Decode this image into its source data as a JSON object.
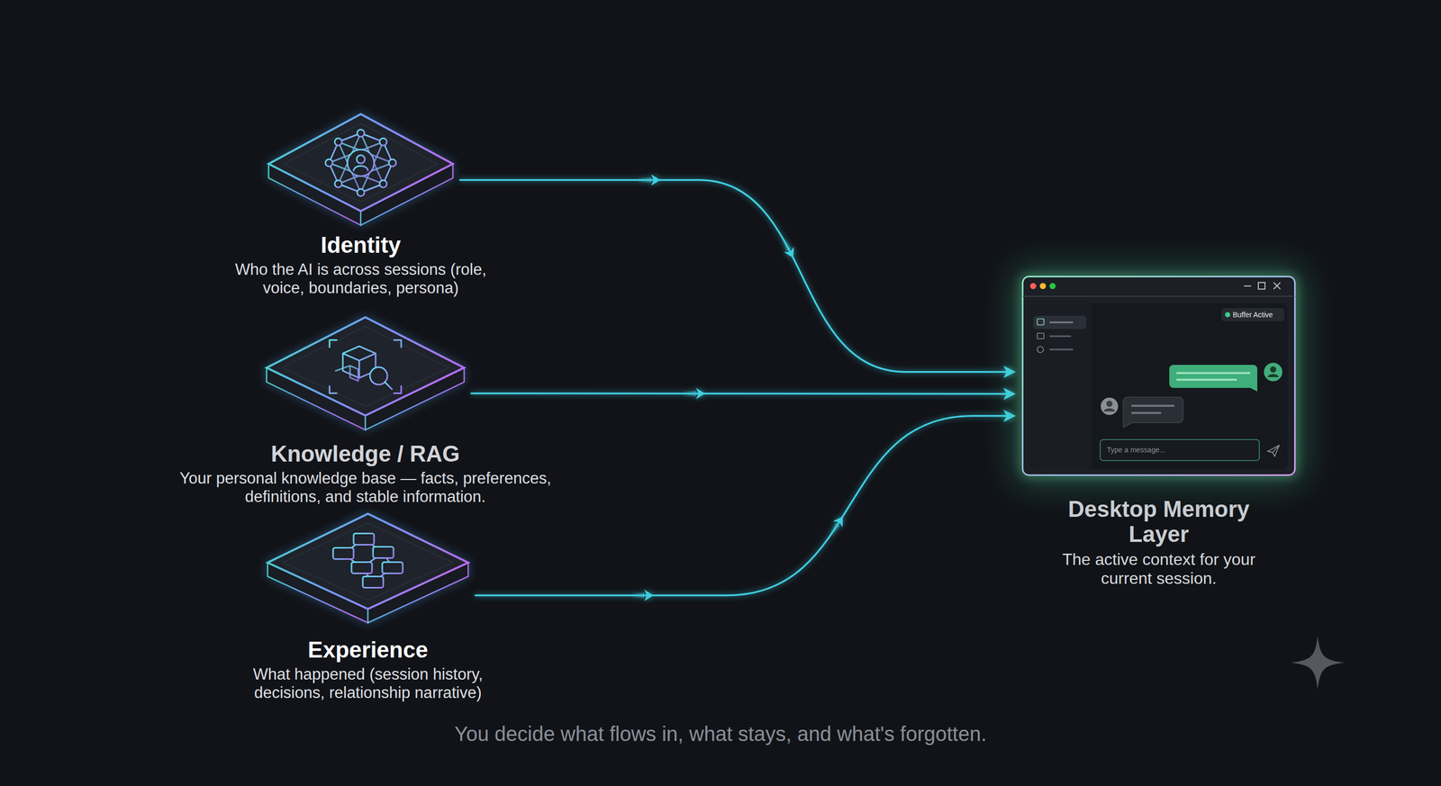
{
  "diagram": {
    "caption": "You decide what flows in, what stays, and what's forgotten.",
    "nodes": [
      {
        "text": [
          "Identity",
          "Who the AI is across sessions (role, voice, boundaries, persona)"
        ]
      },
      {
        "text": [
          "Knowledge / RAG",
          "Your personal knowledge base — facts, preferences, definitions, and stable information."
        ]
      },
      {
        "text": [
          "Experience",
          "What happened (session history, decisions, relationship narrative)"
        ]
      },
      {
        "text": [
          "Desktop Memory Layer",
          "The active context for your current session."
        ]
      }
    ],
    "edges": [
      {
        "from": 0,
        "to": 3,
        "arrow": "to"
      },
      {
        "from": 1,
        "to": 3,
        "arrow": "to"
      },
      {
        "from": 2,
        "to": 3,
        "arrow": "to"
      }
    ],
    "labels": [
      "Buffer Active",
      "Type a message..."
    ]
  }
}
